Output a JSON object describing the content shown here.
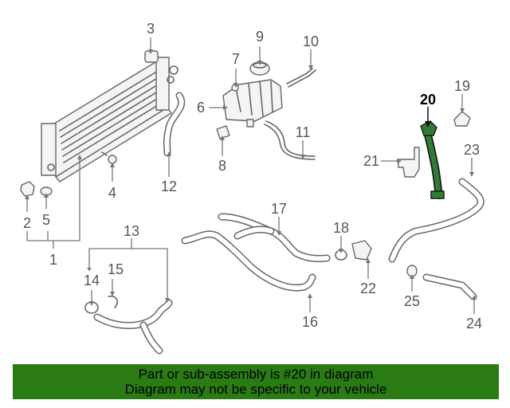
{
  "diagram": {
    "highlighted_part": "20",
    "callouts": [
      "1",
      "2",
      "3",
      "4",
      "5",
      "6",
      "7",
      "8",
      "9",
      "10",
      "11",
      "12",
      "13",
      "14",
      "15",
      "16",
      "17",
      "18",
      "19",
      "20",
      "21",
      "22",
      "23",
      "24",
      "25"
    ],
    "colors": {
      "highlight": "#2f7d32",
      "banner": "#2a7b14",
      "parts": "#666666"
    }
  },
  "banner": {
    "line1": "Part or sub-assembly is #20 in diagram",
    "line2": "Diagram may not be specific to your vehicle"
  }
}
